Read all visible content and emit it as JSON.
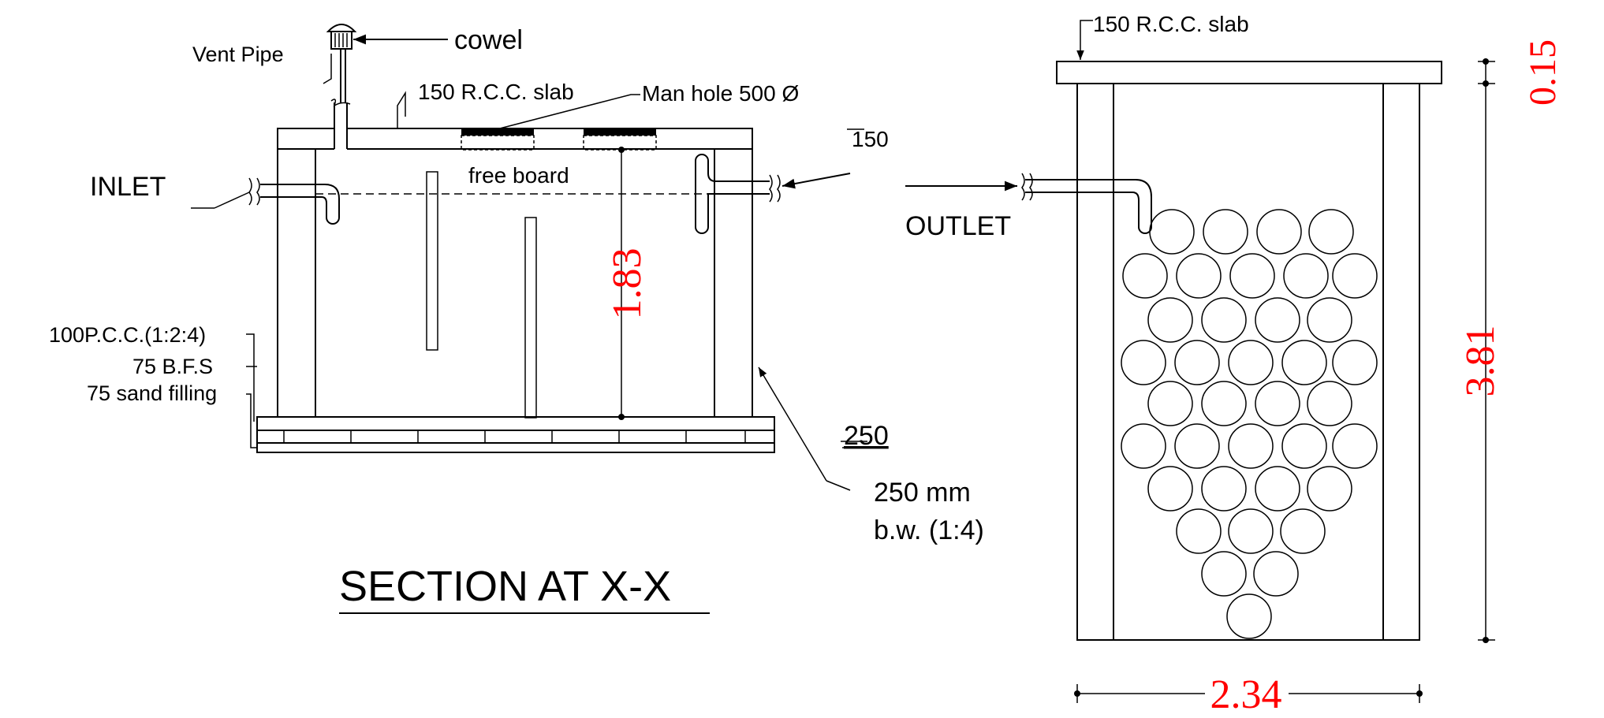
{
  "section": {
    "title": "SECTION AT X-X",
    "vent_pipe": "Vent Pipe",
    "cowel": "cowel",
    "slab_label": "150 R.C.C. slab",
    "manhole": "Man hole  500 Ø",
    "free_board": "free board",
    "inlet": "INLET",
    "wall_thickness_top": "150",
    "pcc": "100P.C.C.(1:2:4)",
    "bfs": "75 B.F.S",
    "sand": "75 sand filling",
    "depth_dim": "1.83",
    "wall_250": "250",
    "brickwork_line1": "250 mm",
    "brickwork_line2": "b.w. (1:4)"
  },
  "soak_pit": {
    "slab_label": "150 R.C.C. slab",
    "outlet": "OUTLET",
    "slab_dim": "0.15",
    "height_dim": "3.81",
    "width_dim": "2.34"
  },
  "colors": {
    "dimension": "#ff0000",
    "line": "#000000"
  }
}
